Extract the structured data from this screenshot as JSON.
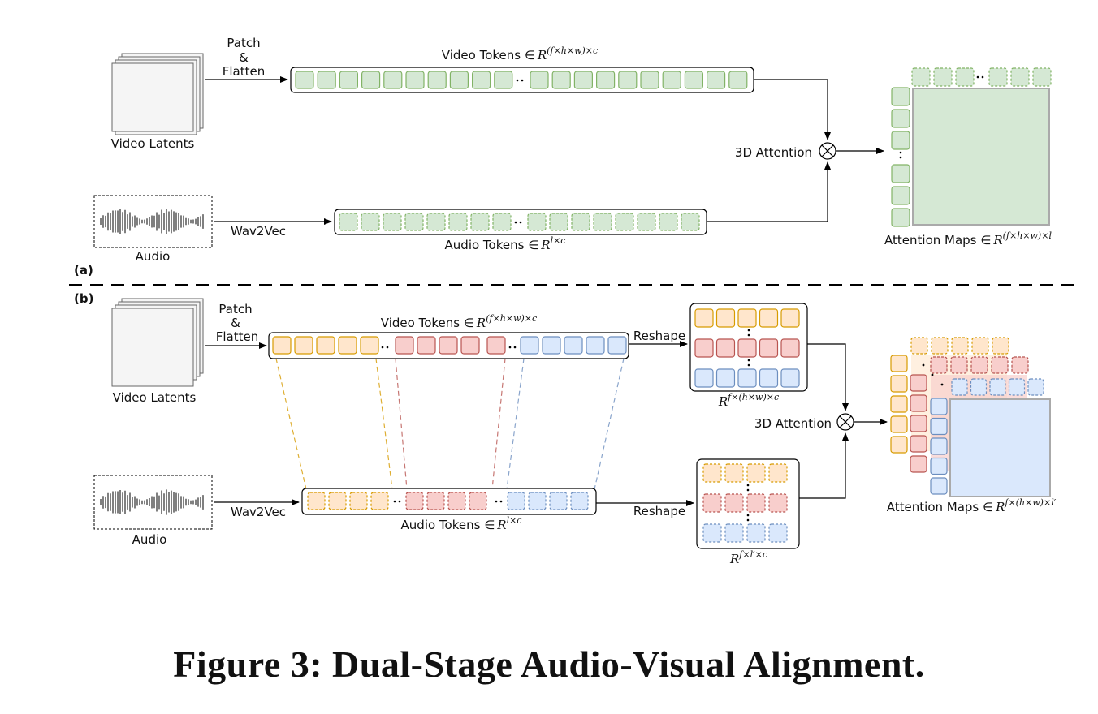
{
  "caption": "Figure 3: Dual-Stage Audio-Visual Alignment.",
  "panel_a": {
    "label": "(a)",
    "video_latents": "Video Latents",
    "patch": [
      "Patch",
      "&",
      "Flatten"
    ],
    "video_tokens": {
      "name": "Video Tokens ∈",
      "base": "R",
      "sup": "(f×h×w)×c"
    },
    "audio": "Audio",
    "wav2vec": "Wav2Vec",
    "audio_tokens": {
      "name": "Audio Tokens ∈",
      "base": "R",
      "sup": "l×c"
    },
    "attention": "3D Attention",
    "attention_maps": {
      "name": "Attention Maps ∈",
      "base": "R",
      "sup": "(f×h×w)×l"
    }
  },
  "panel_b": {
    "label": "(b)",
    "video_latents": "Video Latents",
    "patch": [
      "Patch",
      "&",
      "Flatten"
    ],
    "video_tokens": {
      "name": "Video Tokens ∈",
      "base": "R",
      "sup": "(f×h×w)×c"
    },
    "reshape_video": "Reshape",
    "video_reshaped": {
      "base": "R",
      "sup": "f×(h×w)×c"
    },
    "audio": "Audio",
    "wav2vec": "Wav2Vec",
    "audio_tokens": {
      "name": "Audio Tokens ∈",
      "base": "R",
      "sup": "l×c"
    },
    "reshape_audio": "Reshape",
    "audio_reshaped": {
      "base": "R",
      "sup": "f×l′×c"
    },
    "attention": "3D Attention",
    "attention_maps": {
      "name": "Attention Maps ∈",
      "base": "R",
      "sup": "f×(h×w)×l′"
    }
  },
  "colors": {
    "green_fill": "#d5e8d4",
    "green_stroke": "#82b366",
    "orange_fill": "#ffe6cc",
    "orange_stroke": "#d79b00",
    "red_fill": "#f8cecc",
    "red_stroke": "#b85450",
    "blue_fill": "#dae8fc",
    "blue_stroke": "#6c8ebf"
  }
}
